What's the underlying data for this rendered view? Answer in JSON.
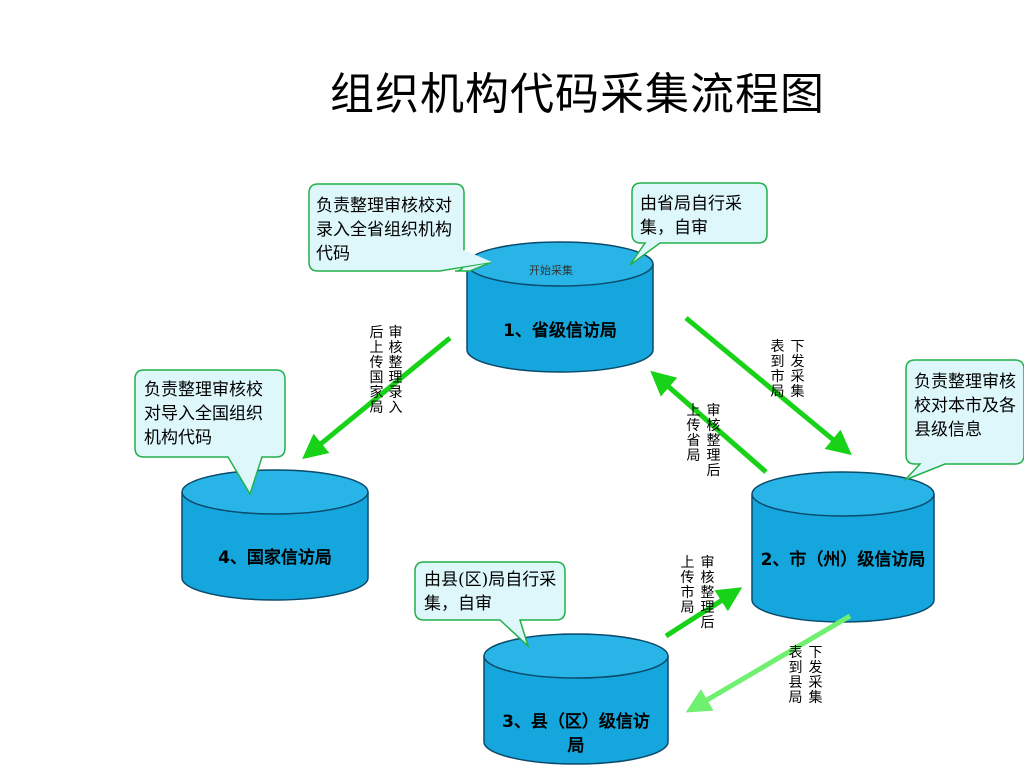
{
  "title": "组织机构代码采集流程图",
  "nodes": {
    "province": {
      "label": "1、省级信访局",
      "sub": "开始采集"
    },
    "city": {
      "label": "2、市（州）级信访局"
    },
    "county": {
      "label": "3、县（区）级信访局"
    },
    "national": {
      "label": "4、国家信访局"
    }
  },
  "callouts": {
    "province_left": "负责整理审核校对录入全省组织机构代码",
    "province_right": "由省局自行采集，自审",
    "national": "负责整理审核校对导入全国组织机构代码",
    "city": "负责整理审核校对本市及各县级信息",
    "county": "由县(区)局自行采集，自审"
  },
  "edge_labels": {
    "prov_to_nat_1": "审核整理录入",
    "prov_to_nat_2": "后上传国家局",
    "prov_to_city_1": "下发采集",
    "prov_to_city_2": "表到市局",
    "city_to_prov_1": "审核整理后",
    "city_to_prov_2": "上传省局",
    "county_to_city_1": "审核整理后",
    "county_to_city_2": "上传市局",
    "city_to_county_1": "下发采集",
    "city_to_county_2": "表到县局"
  },
  "colors": {
    "cylinder": "#14a6dc",
    "cylinder_top": "#29b4e8",
    "callout_fill": "#ddf7fb",
    "callout_stroke": "#22b04a",
    "arrow_dark": "#17d217",
    "arrow_light": "#6ff06f"
  }
}
